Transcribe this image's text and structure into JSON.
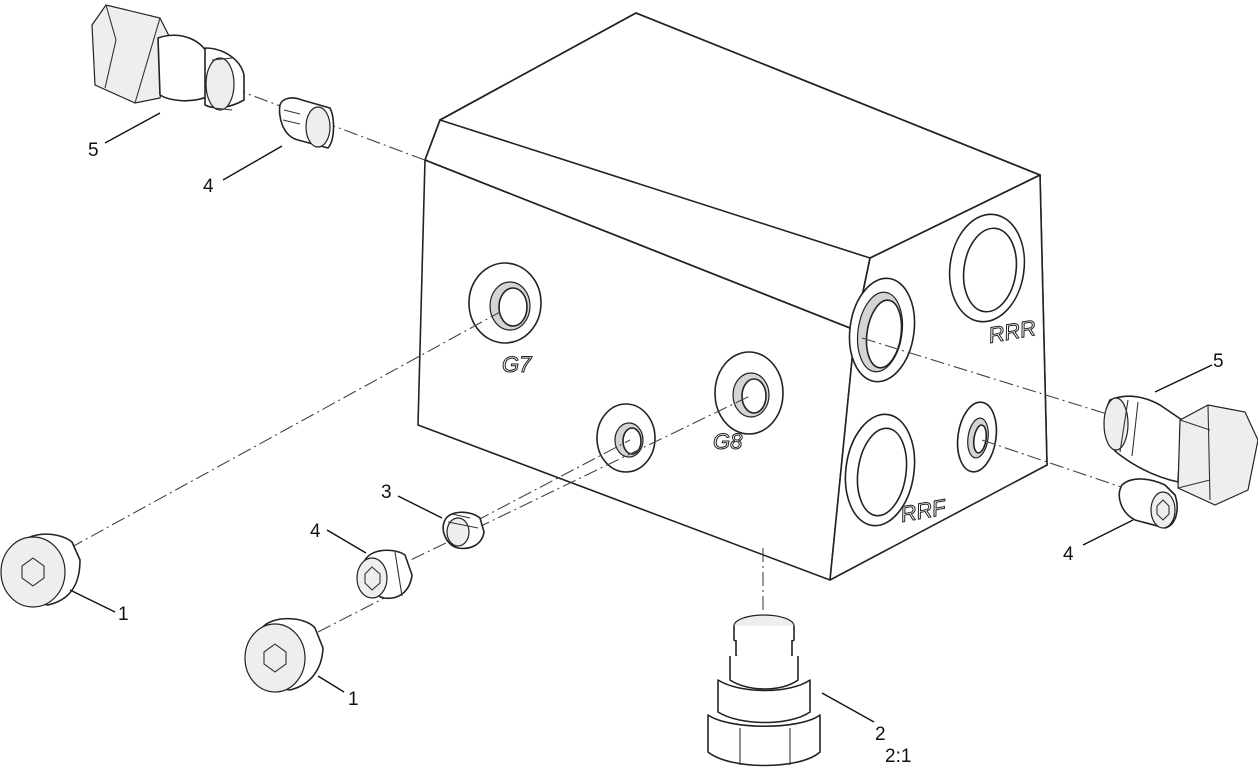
{
  "callouts": {
    "c5_top": "5",
    "c4_top": "4",
    "c5_right": "5",
    "c4_right": "4",
    "c3": "3",
    "c4_mid": "4",
    "c1_left": "1",
    "c1_mid": "1",
    "c2": "2",
    "c2_scale": "2:1"
  },
  "port_labels": {
    "g7": "G7",
    "g8": "G8",
    "rrr": "RRR",
    "rrf": "RRF"
  },
  "colors": {
    "line": "#222222",
    "shade": "#d4d4d4",
    "background": "#ffffff"
  }
}
